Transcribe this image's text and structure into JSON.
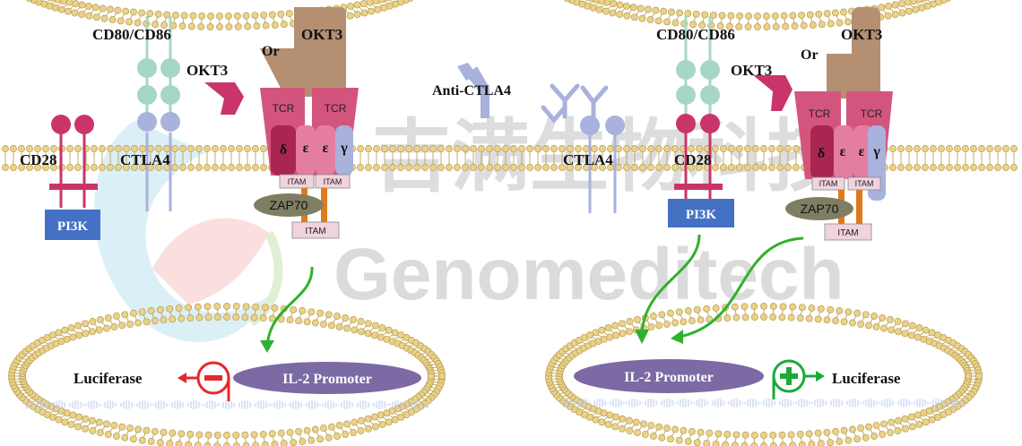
{
  "watermark": {
    "chinese": "吉满生物科技",
    "english": "Genomeditech"
  },
  "left_panel": {
    "ligand_label": "CD80/CD86",
    "or_label": "Or",
    "okt3_top_label": "OKT3",
    "okt3_side_label": "OKT3",
    "cd28_label": "CD28",
    "ctla4_label": "CTLA4",
    "pi3k_label": "PI3K",
    "tcr_left": "TCR",
    "tcr_right": "TCR",
    "chains": [
      "δ",
      "ε",
      "ε",
      "γ"
    ],
    "itam_left": "ITAM",
    "itam_right": "ITAM",
    "zap70_label": "ZAP70",
    "itam_bottom": "ITAM",
    "promoter_label": "IL-2 Promoter",
    "reporter_label": "Luciferase",
    "effect": "inhibition"
  },
  "middle": {
    "antibody_label": "Anti-CTLA4"
  },
  "right_panel": {
    "ligand_label": "CD80/CD86",
    "or_label": "Or",
    "okt3_top_label": "OKT3",
    "okt3_side_label": "OKT3",
    "cd28_label": "CD28",
    "ctla4_label": "CTLA4",
    "pi3k_label": "PI3K",
    "tcr_left": "TCR",
    "tcr_right": "TCR",
    "chains": [
      "δ",
      "ε",
      "ε",
      "γ"
    ],
    "itam_left": "ITAM",
    "itam_right": "ITAM",
    "zap70_label": "ZAP70",
    "itam_bottom": "ITAM",
    "promoter_label": "IL-2 Promoter",
    "reporter_label": "Luciferase",
    "effect": "activation"
  },
  "colors": {
    "membrane_head": "#e9d28a",
    "membrane_edge": "#b89a4a",
    "cd80": "#a6d7c4",
    "ctla4": "#a9b1dd",
    "cd28": "#c9356a",
    "pi3k": "#4471c4",
    "okt3": "#b48f72",
    "tcr": "#d3557d",
    "zap70": "#7f7e62",
    "signal_arrow": "#2eb12e",
    "promoter": "#7b6aa4",
    "inhibit": "#e8272a",
    "activate": "#1aaa3a",
    "watermark": "#cfcfcf"
  }
}
